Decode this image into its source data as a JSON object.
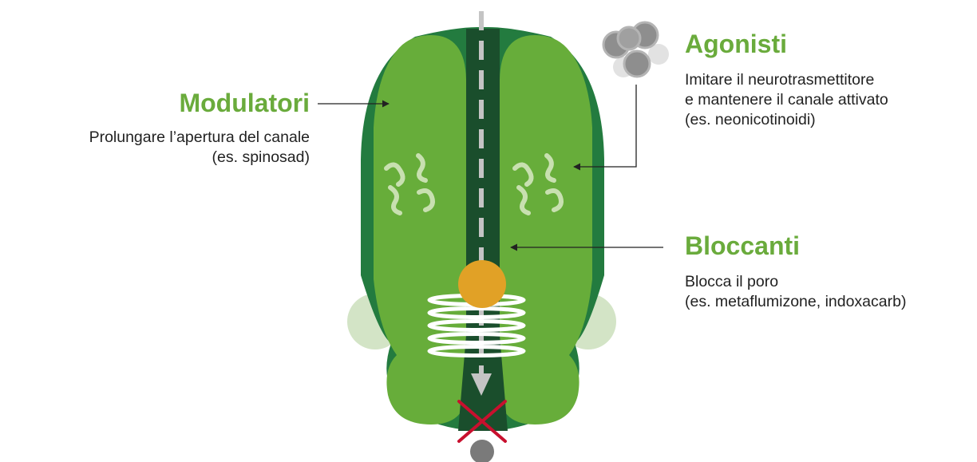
{
  "colors": {
    "dark_green": "#237b3f",
    "light_green": "#67ad3a",
    "channel_green": "#1a4e2c",
    "pale_green": "#d3e4c6",
    "receptor_icon": "#c8e0b0",
    "arrow_gray": "#c4c4c4",
    "ion_orange": "#e1a126",
    "cross_red": "#c8102e",
    "particle_gray": "#7a7a7a",
    "agonist_gray": "#9a9a9a",
    "heading_green": "#6aab3c",
    "text": "#222222"
  },
  "icons": {
    "agonist_molecule": "agonist-molecule-icon",
    "receptor_site": "receptor-site-icon",
    "block_cross": "cross-icon",
    "helix": "helix-coil-icon",
    "ion": "ion-icon"
  },
  "modulatori": {
    "title": "Modulatori",
    "lines": [
      "Prolungare l’apertura del canale",
      "(es. spinosad)"
    ]
  },
  "agonisti": {
    "title": "Agonisti",
    "lines": [
      "Imitare il neurotrasmettitore",
      "e mantenere il canale attivato",
      "(es. neonicotinoidi)"
    ]
  },
  "bloccanti": {
    "title": "Bloccanti",
    "lines": [
      "Blocca il poro",
      "(es. metaflumizone, indoxacarb)"
    ]
  }
}
